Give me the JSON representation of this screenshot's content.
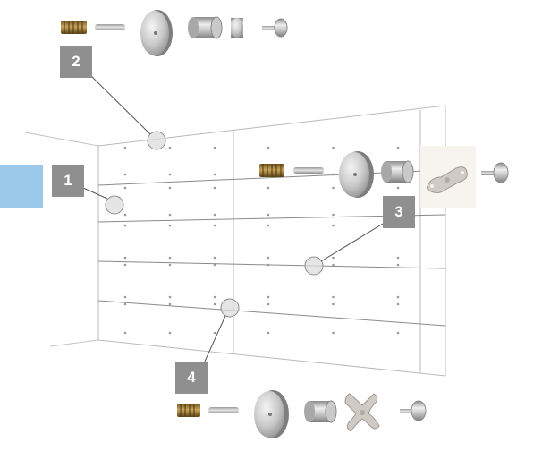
{
  "diagram": {
    "callouts": [
      {
        "id": "1",
        "label": "1"
      },
      {
        "id": "2",
        "label": "2"
      },
      {
        "id": "3",
        "label": "3"
      },
      {
        "id": "4",
        "label": "4"
      }
    ],
    "hardware_sets": [
      {
        "callout": "2",
        "parts": [
          "threaded-insert",
          "threaded-rod",
          "cap-disc",
          "spacer-barrel",
          "cap-barrel",
          "screw"
        ]
      },
      {
        "callout": "3",
        "parts": [
          "threaded-insert",
          "threaded-rod",
          "cap-disc",
          "spacer-barrel",
          "two-arm-bracket",
          "screw"
        ]
      },
      {
        "callout": "4",
        "parts": [
          "threaded-insert",
          "threaded-rod",
          "cap-disc",
          "spacer-barrel",
          "four-arm-bracket",
          "screw"
        ]
      }
    ],
    "colors": {
      "badge": "#8f8f8f",
      "badge_text": "#ffffff",
      "accent_tab": "#9cc9ea",
      "panel_line": "#b9b9b9",
      "panel_seam": "#8a8a8a",
      "brass": "#9a7a3a",
      "steel": "#c8c8c8"
    }
  }
}
